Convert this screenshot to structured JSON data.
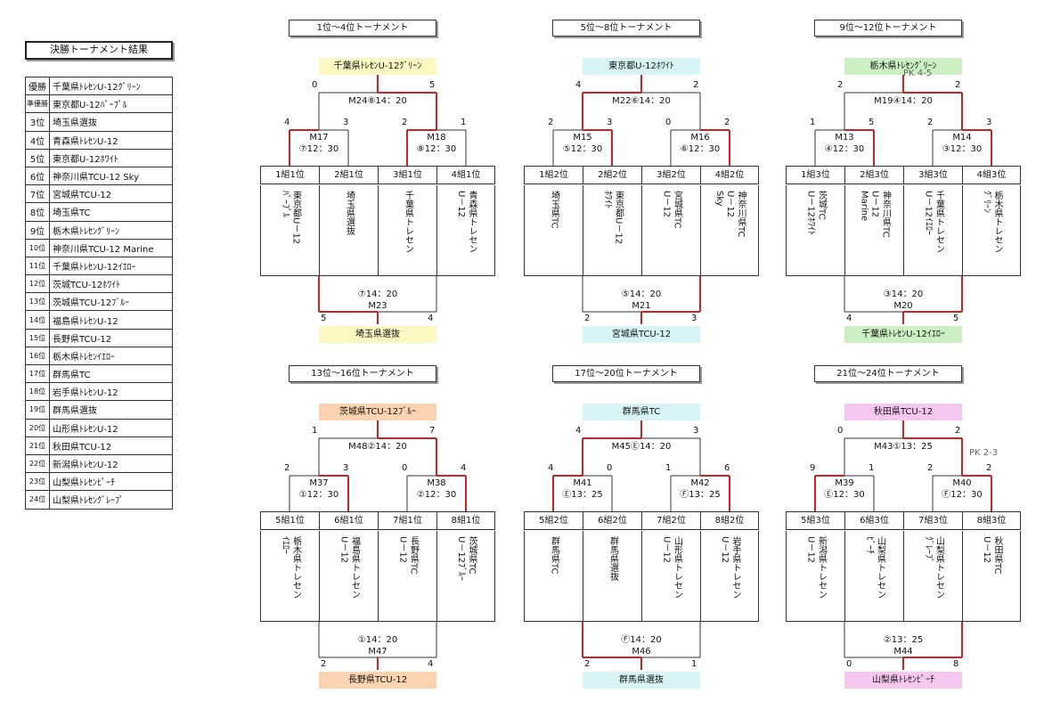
{
  "results": {
    "title": "決勝トーナメント結果",
    "rows": [
      {
        "rank": "優勝",
        "team": "千葉県ﾄﾚｾﾝU-12ｸﾞﾘｰﾝ"
      },
      {
        "rank": "準優勝",
        "team": "東京都U-12ﾊﾟｰﾌﾟﾙ"
      },
      {
        "rank": "3位",
        "team": "埼玉県選抜"
      },
      {
        "rank": "4位",
        "team": "青森県ﾄﾚｾﾝU-12"
      },
      {
        "rank": "5位",
        "team": "東京都U-12ﾎﾜｲﾄ"
      },
      {
        "rank": "6位",
        "team": "神奈川県TCU-12 Sky"
      },
      {
        "rank": "7位",
        "team": "宮城県TCU-12"
      },
      {
        "rank": "8位",
        "team": "埼玉県TC"
      },
      {
        "rank": "9位",
        "team": "栃木県ﾄﾚｾﾝｸﾞﾘｰﾝ"
      },
      {
        "rank": "10位",
        "team": "神奈川県TCU-12 Marine"
      },
      {
        "rank": "11位",
        "team": "千葉県ﾄﾚｾﾝU-12ｲｴﾛｰ"
      },
      {
        "rank": "12位",
        "team": "茨城TCU-12ﾎﾜｲﾄ"
      },
      {
        "rank": "13位",
        "team": "茨城県TCU-12ﾌﾞﾙｰ"
      },
      {
        "rank": "14位",
        "team": "福島県ﾄﾚｾﾝU-12"
      },
      {
        "rank": "15位",
        "team": "長野県TCU-12"
      },
      {
        "rank": "16位",
        "team": "栃木県ﾄﾚｾﾝｲｴﾛｰ"
      },
      {
        "rank": "17位",
        "team": "群馬県TC"
      },
      {
        "rank": "18位",
        "team": "岩手県ﾄﾚｾﾝU-12"
      },
      {
        "rank": "19位",
        "team": "群馬県選抜"
      },
      {
        "rank": "20位",
        "team": "山形県ﾄﾚｾﾝU-12"
      },
      {
        "rank": "21位",
        "team": "秋田県TCU-12"
      },
      {
        "rank": "22位",
        "team": "新潟県ﾄﾚｾﾝU-12"
      },
      {
        "rank": "23位",
        "team": "山梨県ﾄﾚｾﾝﾋﾟｰﾁ"
      },
      {
        "rank": "24位",
        "team": "山梨県ﾄﾚｾﾝｸﾞﾚｰﾌﾟ"
      }
    ]
  },
  "colors": {
    "line": "#333333",
    "win": "#cc2222",
    "yellow": "#fdf7c3",
    "cyan": "#d8f4f6",
    "green": "#ccefc4",
    "orange": "#fbd3b0",
    "pink": "#f7c8ef"
  },
  "tournaments": [
    {
      "title": "1位～4位トーナメント",
      "winner": "千葉県ﾄﾚｾﾝU-12ｸﾞﾘｰﾝ",
      "winner_color": "yellow",
      "loser": "埼玉県選抜",
      "loser_color": "yellow",
      "final": {
        "label": "M24⑧14：20",
        "s1": "0",
        "s2": "5",
        "pk": "",
        "win": "right"
      },
      "semi1": {
        "l1": "M17",
        "l2": "⑦12：30",
        "s1": "4",
        "s2": "3",
        "pk": "",
        "win": "left"
      },
      "semi2": {
        "l1": "M18",
        "l2": "⑧12：30",
        "s1": "2",
        "s2": "1",
        "pk": "",
        "win": "left"
      },
      "third": {
        "l1": "⑦14：20",
        "l2": "M23",
        "s1": "5",
        "s2": "4",
        "win": "left"
      },
      "headers": [
        "1組1位",
        "2組1位",
        "3組1位",
        "4組1位"
      ],
      "teams": [
        [
          "東京都U－12",
          "ﾊﾟｰﾌﾟﾙ"
        ],
        [
          "埼玉県選抜"
        ],
        [
          "千葉県トレセン"
        ],
        [
          "青森県トレセン",
          "U－12"
        ]
      ]
    },
    {
      "title": "5位～8位トーナメント",
      "winner": "東京都U-12ﾎﾜｲﾄ",
      "winner_color": "cyan",
      "loser": "宮城県TCU-12",
      "loser_color": "cyan",
      "final": {
        "label": "M22⑥14：20",
        "s1": "4",
        "s2": "2",
        "pk": "",
        "win": "left"
      },
      "semi1": {
        "l1": "M15",
        "l2": "⑤12：30",
        "s1": "2",
        "s2": "3",
        "pk": "",
        "win": "right"
      },
      "semi2": {
        "l1": "M16",
        "l2": "⑥12：30",
        "s1": "0",
        "s2": "2",
        "pk": "",
        "win": "right"
      },
      "third": {
        "l1": "⑤14：20",
        "l2": "M21",
        "s1": "2",
        "s2": "3",
        "win": "right"
      },
      "headers": [
        "1組2位",
        "2組2位",
        "3組2位",
        "4組2位"
      ],
      "teams": [
        [
          "埼玉県TC"
        ],
        [
          "東京都U－12",
          "ﾎﾜｲﾄ"
        ],
        [
          "宮城県TC",
          "U－12"
        ],
        [
          "神奈川県TC",
          "U－12",
          "Sky"
        ]
      ]
    },
    {
      "title": "9位～12位トーナメント",
      "winner": "栃木県ﾄﾚｾﾝｸﾞﾘｰﾝ",
      "winner_color": "green",
      "loser": "千葉県ﾄﾚｾﾝU-12ｲｴﾛｰ",
      "loser_color": "green",
      "final": {
        "label": "M19④14：20",
        "s1": "2",
        "s2": "2",
        "pk": "PK 4-5",
        "win": "right"
      },
      "semi1": {
        "l1": "M13",
        "l2": "④12：30",
        "s1": "1",
        "s2": "5",
        "pk": "",
        "win": "right"
      },
      "semi2": {
        "l1": "M14",
        "l2": "③12：30",
        "s1": "2",
        "s2": "3",
        "pk": "",
        "win": "right"
      },
      "third": {
        "l1": "③14：20",
        "l2": "M20",
        "s1": "4",
        "s2": "5",
        "win": "right"
      },
      "headers": [
        "1組3位",
        "2組3位",
        "3組3位",
        "4組3位"
      ],
      "teams": [
        [
          "茨城TC",
          "U－12ﾎﾜｲﾄ"
        ],
        [
          "神奈川県TC",
          "U－12",
          "Marine"
        ],
        [
          "千葉県トレセン",
          "U－12ｲｴﾛｰ"
        ],
        [
          "栃木県トレセン",
          "ｸﾞﾘｰﾝ"
        ]
      ]
    },
    {
      "title": "13位～16位トーナメント",
      "winner": "茨城県TCU-12ﾌﾞﾙｰ",
      "winner_color": "orange",
      "loser": "長野県TCU-12",
      "loser_color": "orange",
      "final": {
        "label": "M48②14：20",
        "s1": "1",
        "s2": "7",
        "pk": "",
        "win": "right"
      },
      "semi1": {
        "l1": "M37",
        "l2": "①12：30",
        "s1": "2",
        "s2": "3",
        "pk": "",
        "win": "right"
      },
      "semi2": {
        "l1": "M38",
        "l2": "②12：30",
        "s1": "0",
        "s2": "4",
        "pk": "",
        "win": "right"
      },
      "third": {
        "l1": "①14：20",
        "l2": "M47",
        "s1": "2",
        "s2": "4",
        "win": "none"
      },
      "headers": [
        "5組1位",
        "6組1位",
        "7組1位",
        "8組1位"
      ],
      "teams": [
        [
          "栃木県トレセン",
          "ｲｴﾛｰ"
        ],
        [
          "福島県トレセン",
          "U－12"
        ],
        [
          "長野県TC",
          "U－12"
        ],
        [
          "茨城県TC",
          "U－12ﾌﾞﾙｰ"
        ]
      ]
    },
    {
      "title": "17位～20位トーナメント",
      "winner": "群馬県TC",
      "winner_color": "cyan",
      "loser": "群馬県選抜",
      "loser_color": "cyan",
      "final": {
        "label": "M45Ⓔ14：20",
        "s1": "4",
        "s2": "3",
        "pk": "",
        "win": "left"
      },
      "semi1": {
        "l1": "M41",
        "l2": "Ⓔ13：25",
        "s1": "4",
        "s2": "0",
        "pk": "",
        "win": "left"
      },
      "semi2": {
        "l1": "M42",
        "l2": "Ⓕ13：25",
        "s1": "1",
        "s2": "6",
        "pk": "",
        "win": "right"
      },
      "third": {
        "l1": "Ⓕ14：20",
        "l2": "M46",
        "s1": "2",
        "s2": "1",
        "win": "left"
      },
      "headers": [
        "5組2位",
        "6組2位",
        "7組2位",
        "8組2位"
      ],
      "teams": [
        [
          "群馬県TC"
        ],
        [
          "群馬県選抜"
        ],
        [
          "山形県トレセン",
          "U－12"
        ],
        [
          "岩手県トレセン",
          "U－12"
        ]
      ]
    },
    {
      "title": "21位～24位トーナメント",
      "winner": "秋田県TCU-12",
      "winner_color": "pink",
      "loser": "山梨県ﾄﾚｾﾝﾋﾟｰﾁ",
      "loser_color": "pink",
      "final": {
        "label": "M43①13：25",
        "s1": "0",
        "s2": "2",
        "pk": "",
        "win": "right"
      },
      "semi1": {
        "l1": "M39",
        "l2": "Ⓔ12：30",
        "s1": "9",
        "s2": "1",
        "pk": "",
        "win": "left"
      },
      "semi2": {
        "l1": "M40",
        "l2": "Ⓕ12：30",
        "s1": "2",
        "s2": "2",
        "pk": "PK 2-3",
        "win": "right"
      },
      "third": {
        "l1": "②13：25",
        "l2": "M44",
        "s1": "0",
        "s2": "8",
        "win": "right"
      },
      "headers": [
        "5組3位",
        "6組3位",
        "7組3位",
        "8組3位"
      ],
      "teams": [
        [
          "新潟県トレセン",
          "U－12"
        ],
        [
          "山梨県トレセン",
          "ﾋﾟｰﾁ"
        ],
        [
          "山梨県トレセン",
          "ｸﾞﾚｰﾌﾟ"
        ],
        [
          "秋田県TC",
          "U－12"
        ]
      ]
    }
  ]
}
